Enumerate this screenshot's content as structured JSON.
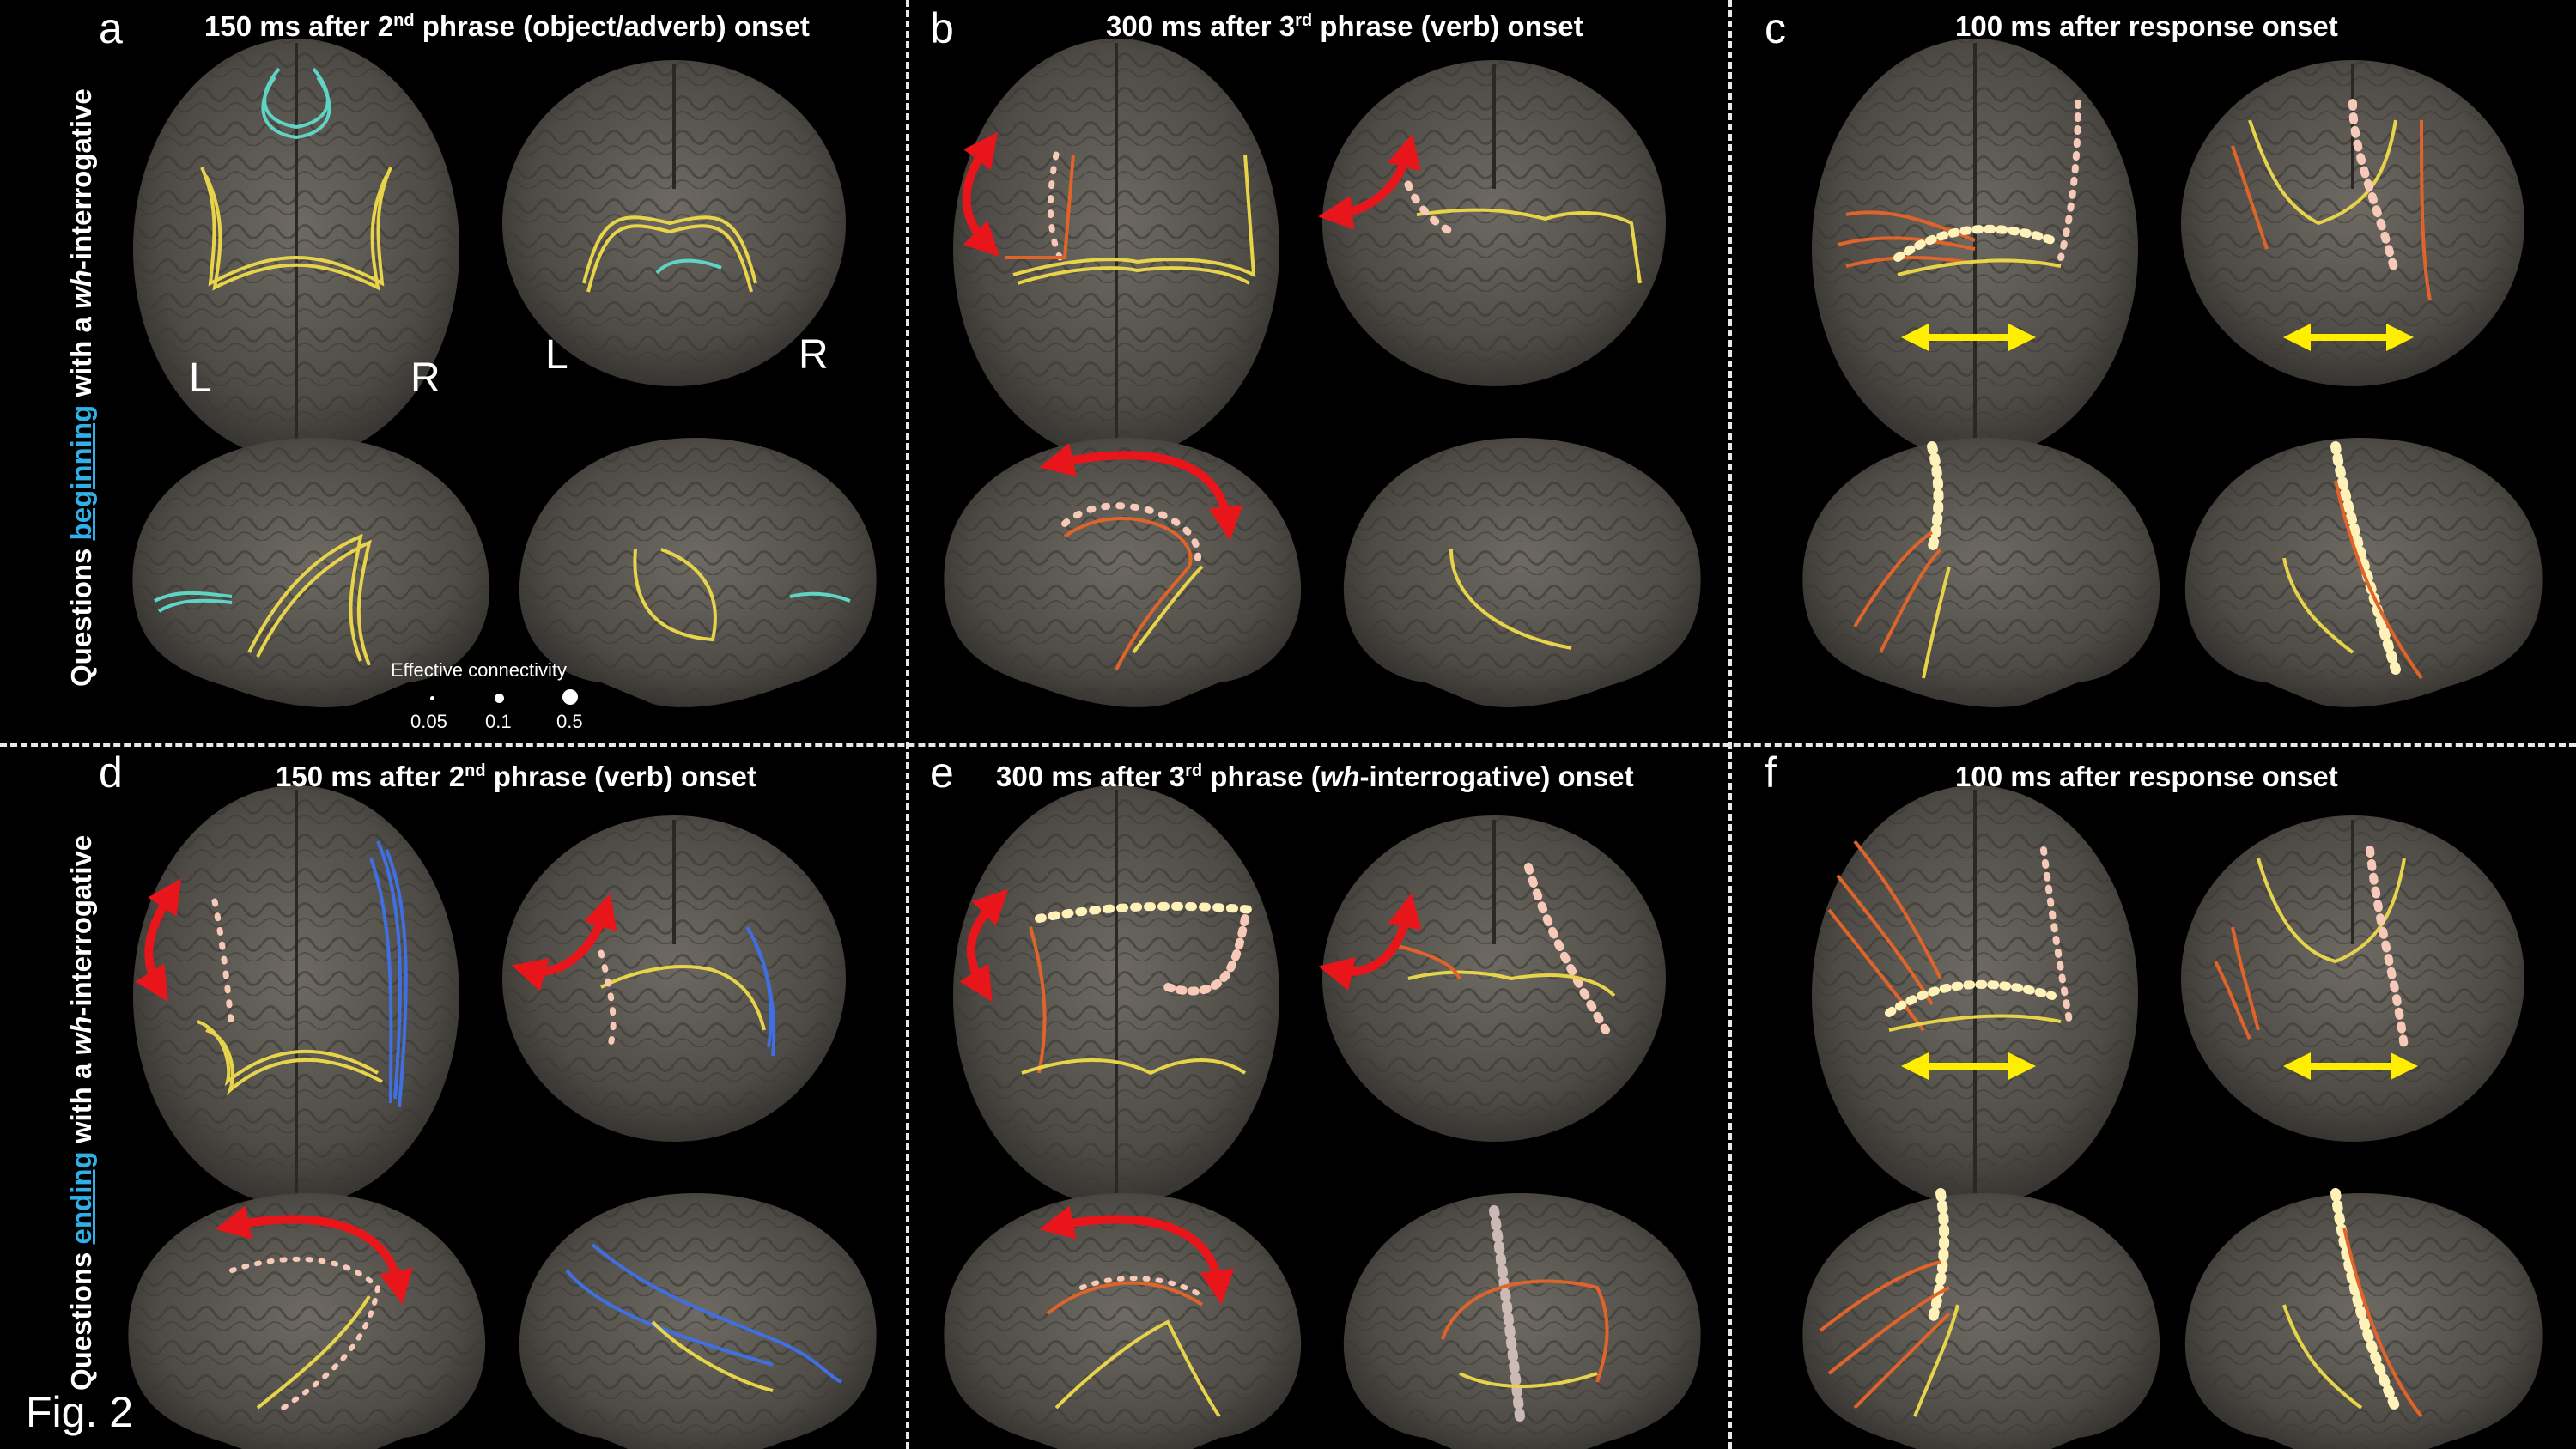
{
  "figure_label": "Fig. 2",
  "panels": {
    "a": {
      "letter": "a",
      "title_pre": "150 ms after 2",
      "title_sup": "nd",
      "title_post": " phrase (object/adverb) onset"
    },
    "b": {
      "letter": "b",
      "title_pre": "300 ms after 3",
      "title_sup": "rd",
      "title_post": " phrase (verb) onset"
    },
    "c": {
      "letter": "c",
      "title": "100 ms after response onset"
    },
    "d": {
      "letter": "d",
      "title_pre": "150 ms after 2",
      "title_sup": "nd",
      "title_post": " phrase (verb) onset"
    },
    "e": {
      "letter": "e",
      "title_pre": "300 ms after 3",
      "title_sup": "rd",
      "title_post": " phrase (",
      "title_wh": "wh",
      "title_end": "-interrogative) onset"
    },
    "f": {
      "letter": "f",
      "title": "100 ms after response onset"
    }
  },
  "row_labels": {
    "top": {
      "pre": "Questions ",
      "highlight": "beginning",
      "mid": " with a ",
      "wh": "wh",
      "post": "-interrogative"
    },
    "bottom": {
      "pre": "Questions ",
      "highlight": "ending",
      "mid": " with a ",
      "wh": "wh",
      "post": "-interrogative"
    }
  },
  "hemisphere_labels": {
    "left": "L",
    "right": "R"
  },
  "legend": {
    "title": "Effective connectivity",
    "values": [
      "0.05",
      "0.1",
      "0.5"
    ]
  },
  "colors": {
    "background": "#000000",
    "highlight_blue": "#2fb0e6",
    "tract_yellow": "#e8d44a",
    "tract_cyan": "#5fd3c4",
    "tract_orange": "#e0642a",
    "tract_blue": "#3f6fe0",
    "node_pink": "#f6c9b8",
    "arrow_red": "#e8151b",
    "arrow_yellow": "#ffee00"
  }
}
